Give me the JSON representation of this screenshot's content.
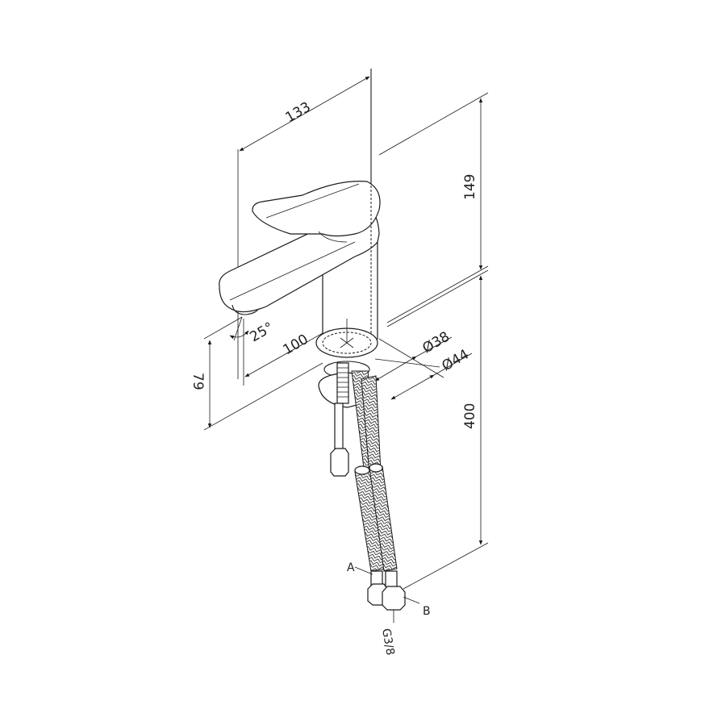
{
  "drawing": {
    "title": "Basin mixer tap — dimension drawing",
    "colors": {
      "line": "#1a1a1a",
      "background": "#ffffff"
    },
    "dimensions": {
      "spout_reach": "133",
      "body_height_above_deck": "149",
      "spout_outlet_height": "79",
      "spout_offset": "100",
      "spout_angle": "25°",
      "base_diameter_inner": "Ø38",
      "base_diameter_outer": "Ø44",
      "hose_length": "400"
    },
    "labels": {
      "hose_a": "A",
      "hose_b": "B",
      "thread": "G3/8"
    }
  }
}
